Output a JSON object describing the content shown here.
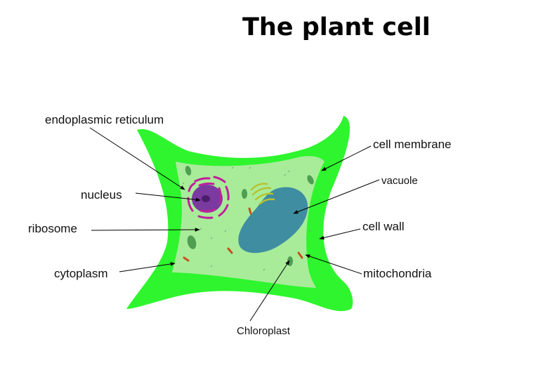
{
  "title": "The plant cell",
  "labels": {
    "endoplasmic_reticulum": "endoplasmic reticulum",
    "nucleus": "nucleus",
    "ribosome": "ribosome",
    "cytoplasm": "cytoplasm",
    "cell_membrane": "cell membrane",
    "vacuole": "vacuole",
    "cell_wall": "cell wall",
    "mitochondria": "mitochondria",
    "chloroplast": "Chloroplast"
  },
  "colors": {
    "cell_wall": "#2ef52e",
    "cytoplasm": "#a8ec9a",
    "nucleus": "#7a3aa0",
    "nucleolus": "#4c1d6a",
    "er": "#c0209a",
    "vacuole": "#3f8da0",
    "chloroplast": "#4f9e52",
    "mitochondria": "#c8501c",
    "golgi": "#b7c231"
  }
}
